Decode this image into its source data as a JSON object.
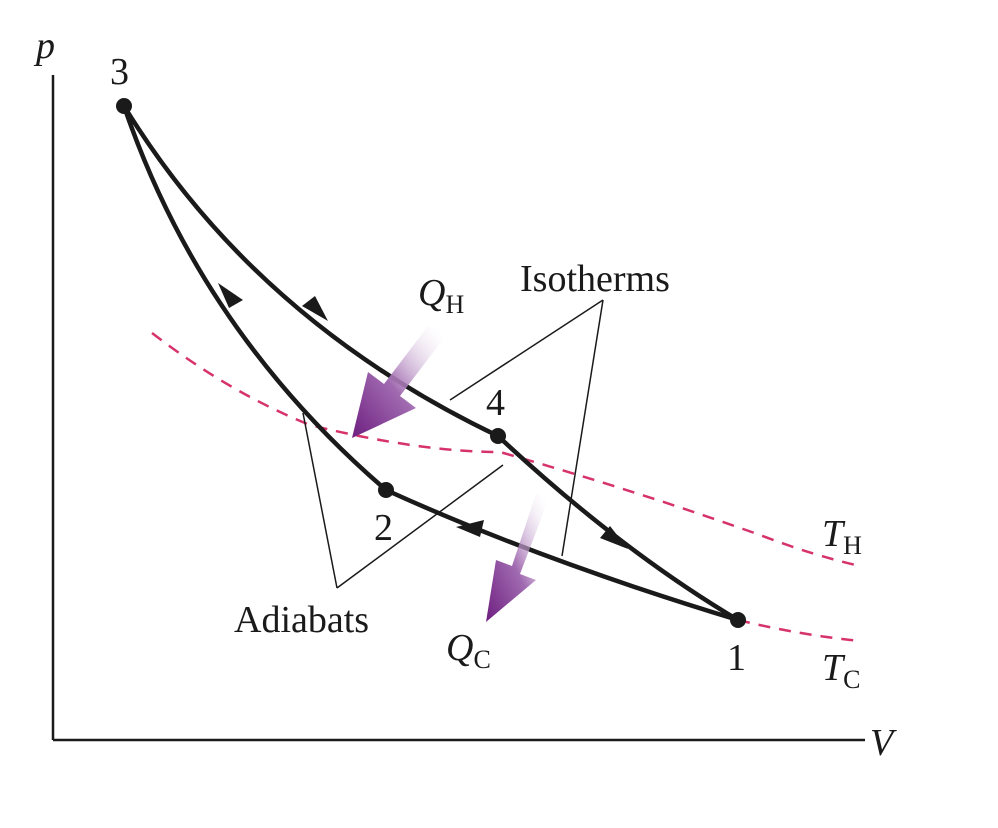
{
  "axes": {
    "y_label": "p",
    "x_label": "V"
  },
  "points": [
    {
      "id": "3",
      "label": "3"
    },
    {
      "id": "4",
      "label": "4"
    },
    {
      "id": "2",
      "label": "2"
    },
    {
      "id": "1",
      "label": "1"
    }
  ],
  "labels": {
    "isotherms": "Isotherms",
    "adiabats": "Adiabats",
    "q_hot_main": "Q",
    "q_hot_sub": "H",
    "q_cold_main": "Q",
    "q_cold_sub": "C",
    "t_hot_main": "T",
    "t_hot_sub": "H",
    "t_cold_main": "T",
    "t_cold_sub": "C"
  },
  "colors": {
    "curve": "#1a1a1a",
    "dashed_isotherm": "#d6336c",
    "heat_arrow": "#7b2a8a"
  },
  "icons": {
    "heat_in": "heat-flow-arrow",
    "heat_out": "heat-flow-arrow"
  }
}
